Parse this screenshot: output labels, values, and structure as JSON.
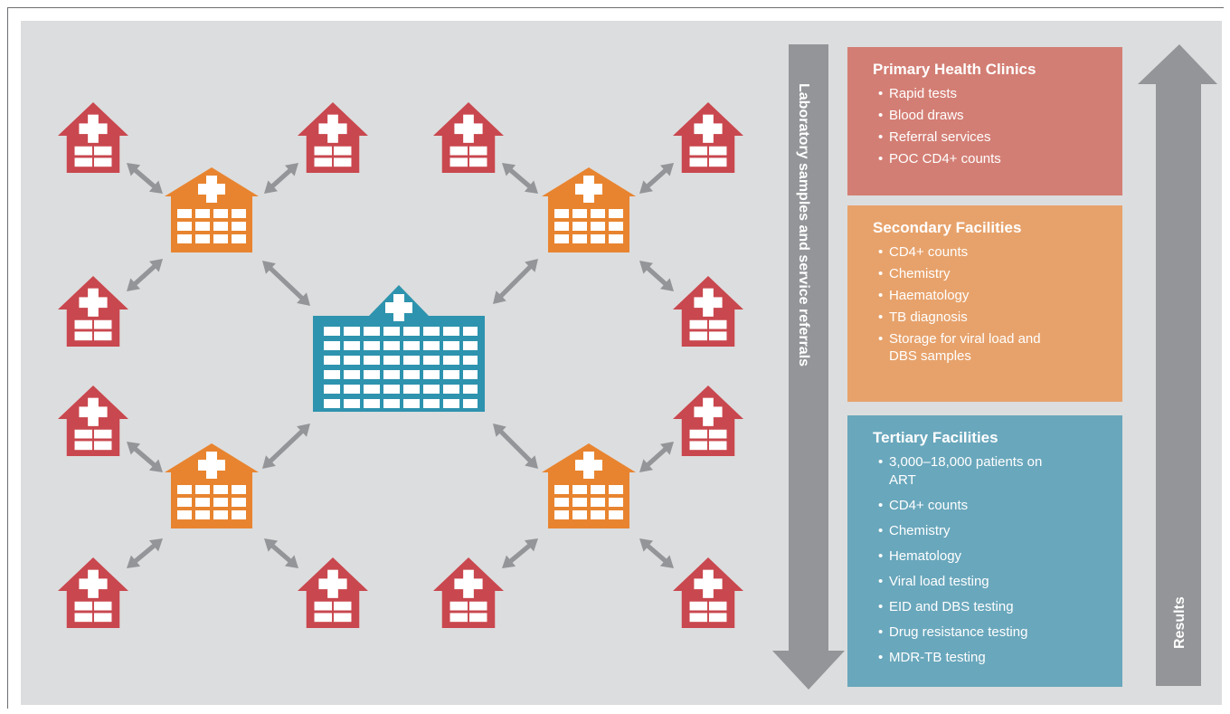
{
  "colors": {
    "background": "#dcddde",
    "clinic": "#c9474e",
    "secondary": "#e8842f",
    "tertiary": "#2e93ae",
    "arrow": "#939598",
    "primary_panel": "#d37e74",
    "secondary_panel": "#e7a26b",
    "tertiary_panel": "#69a7bc"
  },
  "icons": {
    "clinic": "house-with-cross-icon",
    "secondary": "building-with-cross-icon",
    "tertiary": "hospital-with-cross-icon",
    "link": "double-headed-arrow-icon"
  },
  "flow": {
    "down_label": "Laboratory samples and service referrals",
    "up_label": "Results"
  },
  "primary": {
    "title": "Primary Health Clinics",
    "items": [
      "Rapid tests",
      "Blood draws",
      "Referral services",
      "POC CD4+ counts"
    ]
  },
  "secondary": {
    "title": "Secondary Facilities",
    "items": [
      "CD4+ counts",
      "Chemistry",
      "Haematology",
      "TB diagnosis",
      "Storage for viral load and DBS samples"
    ]
  },
  "tertiary": {
    "title": "Tertiary Facilities",
    "items": [
      "3,000–18,000 patients on ART",
      "CD4+ counts",
      "Chemistry",
      "Hematology",
      "Viral load testing",
      "EID and DBS testing",
      "Drug resistance testing",
      "MDR-TB testing"
    ]
  }
}
